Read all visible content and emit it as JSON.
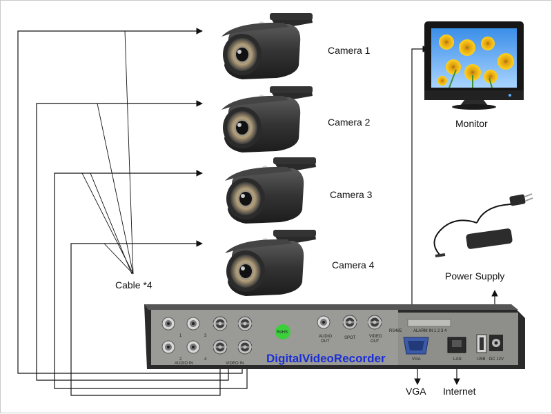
{
  "cameras": [
    {
      "label": "Camera 1"
    },
    {
      "label": "Camera 2"
    },
    {
      "label": "Camera 3"
    },
    {
      "label": "Camera 4"
    }
  ],
  "labels": {
    "monitor": "Monitor",
    "power_supply": "Power Supply",
    "cable": "Cable *4",
    "vga": "VGA",
    "internet": "Internet"
  },
  "dvr": {
    "title": "DigitalVideoRecorder",
    "audio_in": "AUDIO IN",
    "video_in": "VIDEO IN",
    "audio_out_1": "AUDIO",
    "audio_out_2": "OUT",
    "spot": "SPOT",
    "video_out_1": "VIDEO",
    "video_out_2": "OUT",
    "vga_port": "VGA",
    "lan_port": "LAN",
    "usb_port": "USB",
    "dc_port": "DC 12V",
    "rohs": "RoHS",
    "rs485": "RS485",
    "alarm": "ALARM IN 1 2 3 4",
    "port_nums": [
      "1",
      "3",
      "2",
      "4"
    ]
  },
  "colors": {
    "line": "#111111",
    "dvr_panel": "#9c9c98",
    "dvr_body": "#2e2e2e",
    "brand_blue": "#1a2fd6",
    "rohs_green": "#3ccf3c"
  }
}
